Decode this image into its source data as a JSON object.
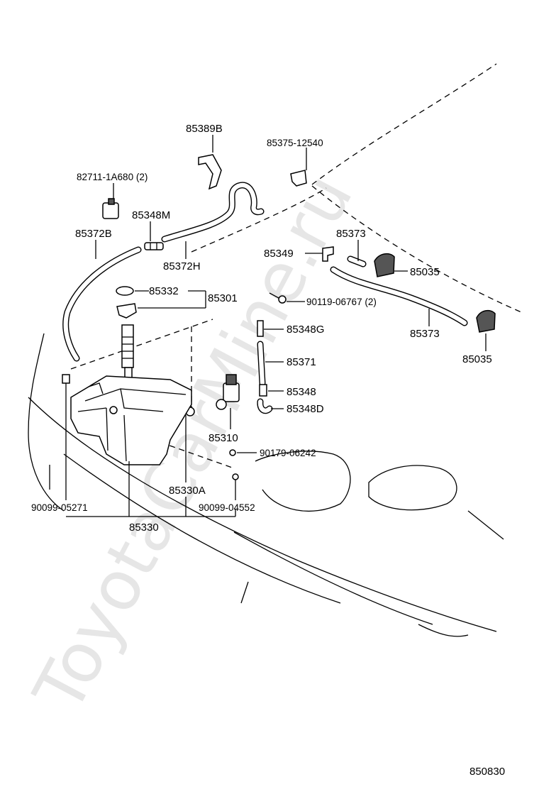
{
  "watermark": "ToyotaCarMine.ru",
  "diagram_id": "850830",
  "labels": {
    "p85389B": "85389B",
    "p85375": "85375-12540",
    "p82711": "82711-1A680 (2)",
    "p85348M": "85348M",
    "p85372B": "85372B",
    "p85373a": "85373",
    "p85349": "85349",
    "p85035a": "85035",
    "p85372H": "85372H",
    "p85332": "85332",
    "p85301": "85301",
    "p90119": "90119-06767 (2)",
    "p85373b": "85373",
    "p85348G": "85348G",
    "p85035b": "85035",
    "p85371": "85371",
    "p85348": "85348",
    "p85348D": "85348D",
    "p85310": "85310",
    "p90179": "90179-06242",
    "p85330A": "85330A",
    "p90099a": "90099-05271",
    "p90099b": "90099-04552",
    "p85330": "85330"
  }
}
